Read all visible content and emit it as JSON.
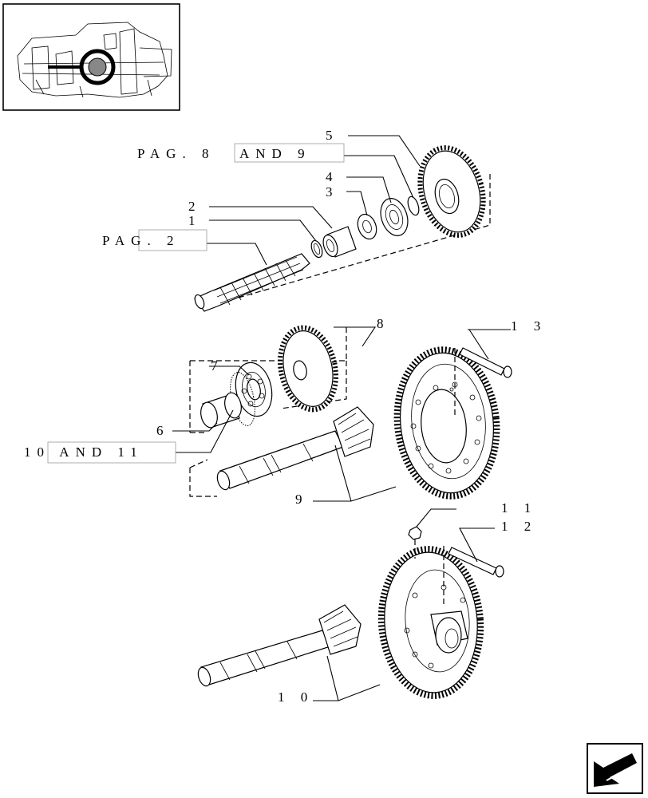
{
  "callouts": {
    "c1": "1",
    "c2": "2",
    "c3": "3",
    "c4": "4",
    "c5": "5",
    "c6": "6",
    "c7": "7",
    "c8": "8",
    "c9": "9",
    "c10": "1 0",
    "c11": "1 1",
    "c12": "1 2",
    "c13": "1 3"
  },
  "refs": {
    "pag8": "PAG. 8",
    "and9": "AND 9",
    "pag2": "PAG. 2",
    "ref1011": "10 AND 11"
  },
  "icons": {
    "thumbnail": "tractor-transmission-locator-icon",
    "nav": "next-page-arrow-icon"
  }
}
